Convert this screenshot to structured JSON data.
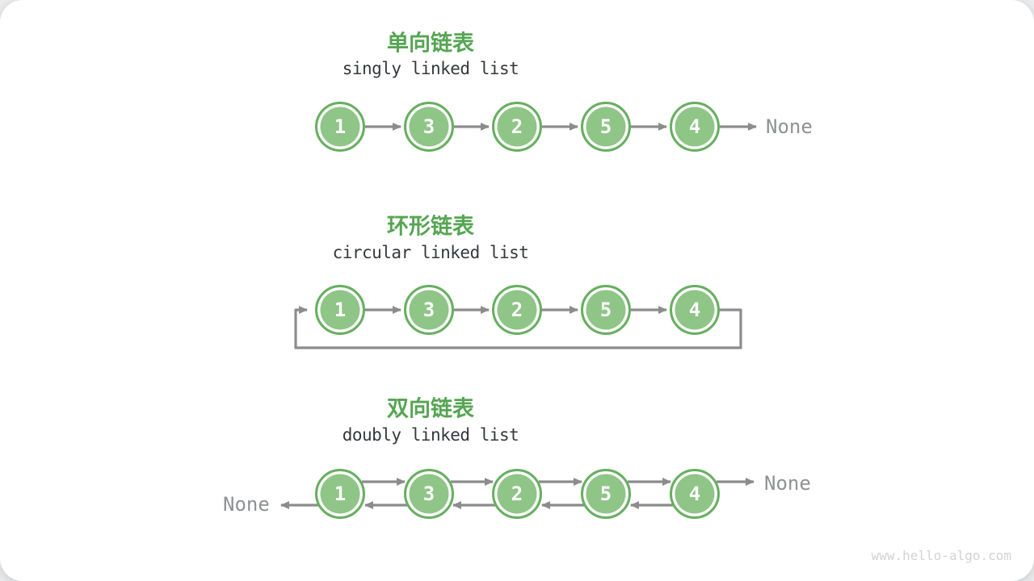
{
  "page": {
    "watermark": "www.hello-algo.com"
  },
  "colors": {
    "node_fill": "#8FC587",
    "node_ring": "#67AF60",
    "title_green": "#56A553",
    "arrow_gray": "#8C8C8C",
    "subtitle_dark": "#35393C",
    "none_gray": "#8E9294",
    "watermark_gray": "#D2D2D2",
    "card_bg": "#FFFFFF"
  },
  "sections": [
    {
      "id": "singly",
      "title": "单向链表",
      "subtitle": "singly linked list",
      "nodes": [
        "1",
        "3",
        "2",
        "5",
        "4"
      ],
      "tail_label": "None"
    },
    {
      "id": "circular",
      "title": "环形链表",
      "subtitle": "circular linked list",
      "nodes": [
        "1",
        "3",
        "2",
        "5",
        "4"
      ]
    },
    {
      "id": "doubly",
      "title": "双向链表",
      "subtitle": "doubly linked list",
      "nodes": [
        "1",
        "3",
        "2",
        "5",
        "4"
      ],
      "head_label": "None",
      "tail_label": "None"
    }
  ]
}
